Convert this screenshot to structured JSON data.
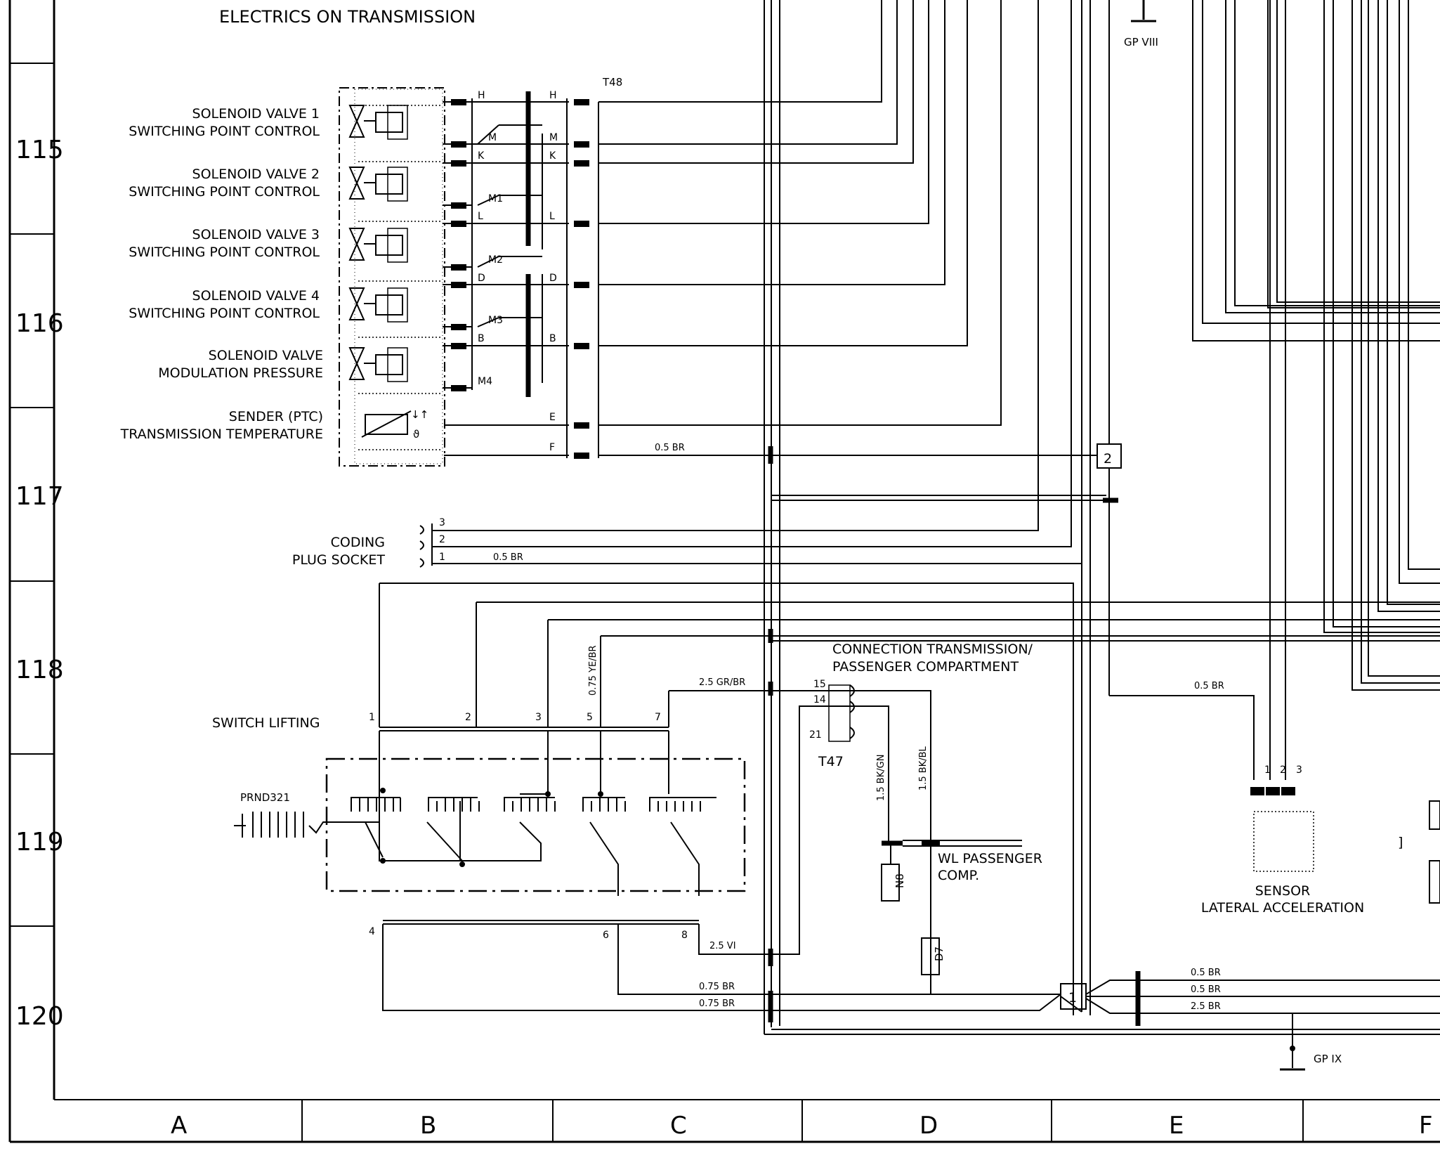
{
  "title": "ELECTRICS ON TRANSMISSION",
  "rows": [
    "115",
    "116",
    "117",
    "118",
    "119",
    "120"
  ],
  "columns": [
    "A",
    "B",
    "C",
    "D",
    "E",
    "F"
  ],
  "components": {
    "sv1": [
      "SOLENOID VALVE 1",
      "SWITCHING POINT CONTROL"
    ],
    "sv2": [
      "SOLENOID VALVE 2",
      "SWITCHING POINT CONTROL"
    ],
    "sv3": [
      "SOLENOID VALVE 3",
      "SWITCHING POINT CONTROL"
    ],
    "sv4": [
      "SOLENOID VALVE 4",
      "SWITCHING POINT CONTROL"
    ],
    "svm": [
      "SOLENOID VALVE",
      "MODULATION PRESSURE"
    ],
    "sender": [
      "SENDER (PTC)",
      "TRANSMISSION TEMPERATURE"
    ],
    "coding": [
      "CODING",
      "PLUG SOCKET"
    ],
    "switch_lifting": "SWITCH LIFTING",
    "gear_positions": "PRND321",
    "connection": [
      "CONNECTION TRANSMISSION/",
      "PASSENGER COMPARTMENT"
    ],
    "wl": [
      "WL PASSENGER",
      "COMP."
    ],
    "sensor": [
      "SENSOR",
      "LATERAL ACCELERATION"
    ]
  },
  "connectors": {
    "t48": "T48",
    "t47": "T47",
    "t47_pins": [
      "15",
      "14",
      "21"
    ],
    "n8": "N8",
    "d7": "D7",
    "gp8": "GP VIII",
    "gp9": "GP IX",
    "node1": "1",
    "node2": "2",
    "bracket": "]"
  },
  "pins_left": [
    "H",
    "M",
    "K",
    "M1",
    "L",
    "M2",
    "D",
    "M3",
    "B",
    "M4"
  ],
  "pins_t48": [
    "H",
    "M",
    "K",
    "L",
    "D",
    "B",
    "E",
    "F"
  ],
  "coding_pins": [
    "3",
    "2",
    "1"
  ],
  "switch_pins_top": [
    "1",
    "2",
    "3",
    "5",
    "7"
  ],
  "switch_pins_bottom": [
    "4",
    "6",
    "8"
  ],
  "sensor_pins": [
    "1",
    "2",
    "3"
  ],
  "wires": {
    "f_br": "0.5 BR",
    "coding_br": "0.5 BR",
    "ye_br": "0.75 YE/BR",
    "gr_br": "2.5 GR/BR",
    "bk_gn": "1.5 BK/GN",
    "bk_bl": "1.5 BK/BL",
    "vi": "2.5 VI",
    "br75a": "0.75 BR",
    "br75b": "0.75 BR",
    "sensor_br": "0.5 BR",
    "right_br1": "0.5 BR",
    "right_br2": "0.5 BR",
    "right_br3": "2.5 BR"
  }
}
